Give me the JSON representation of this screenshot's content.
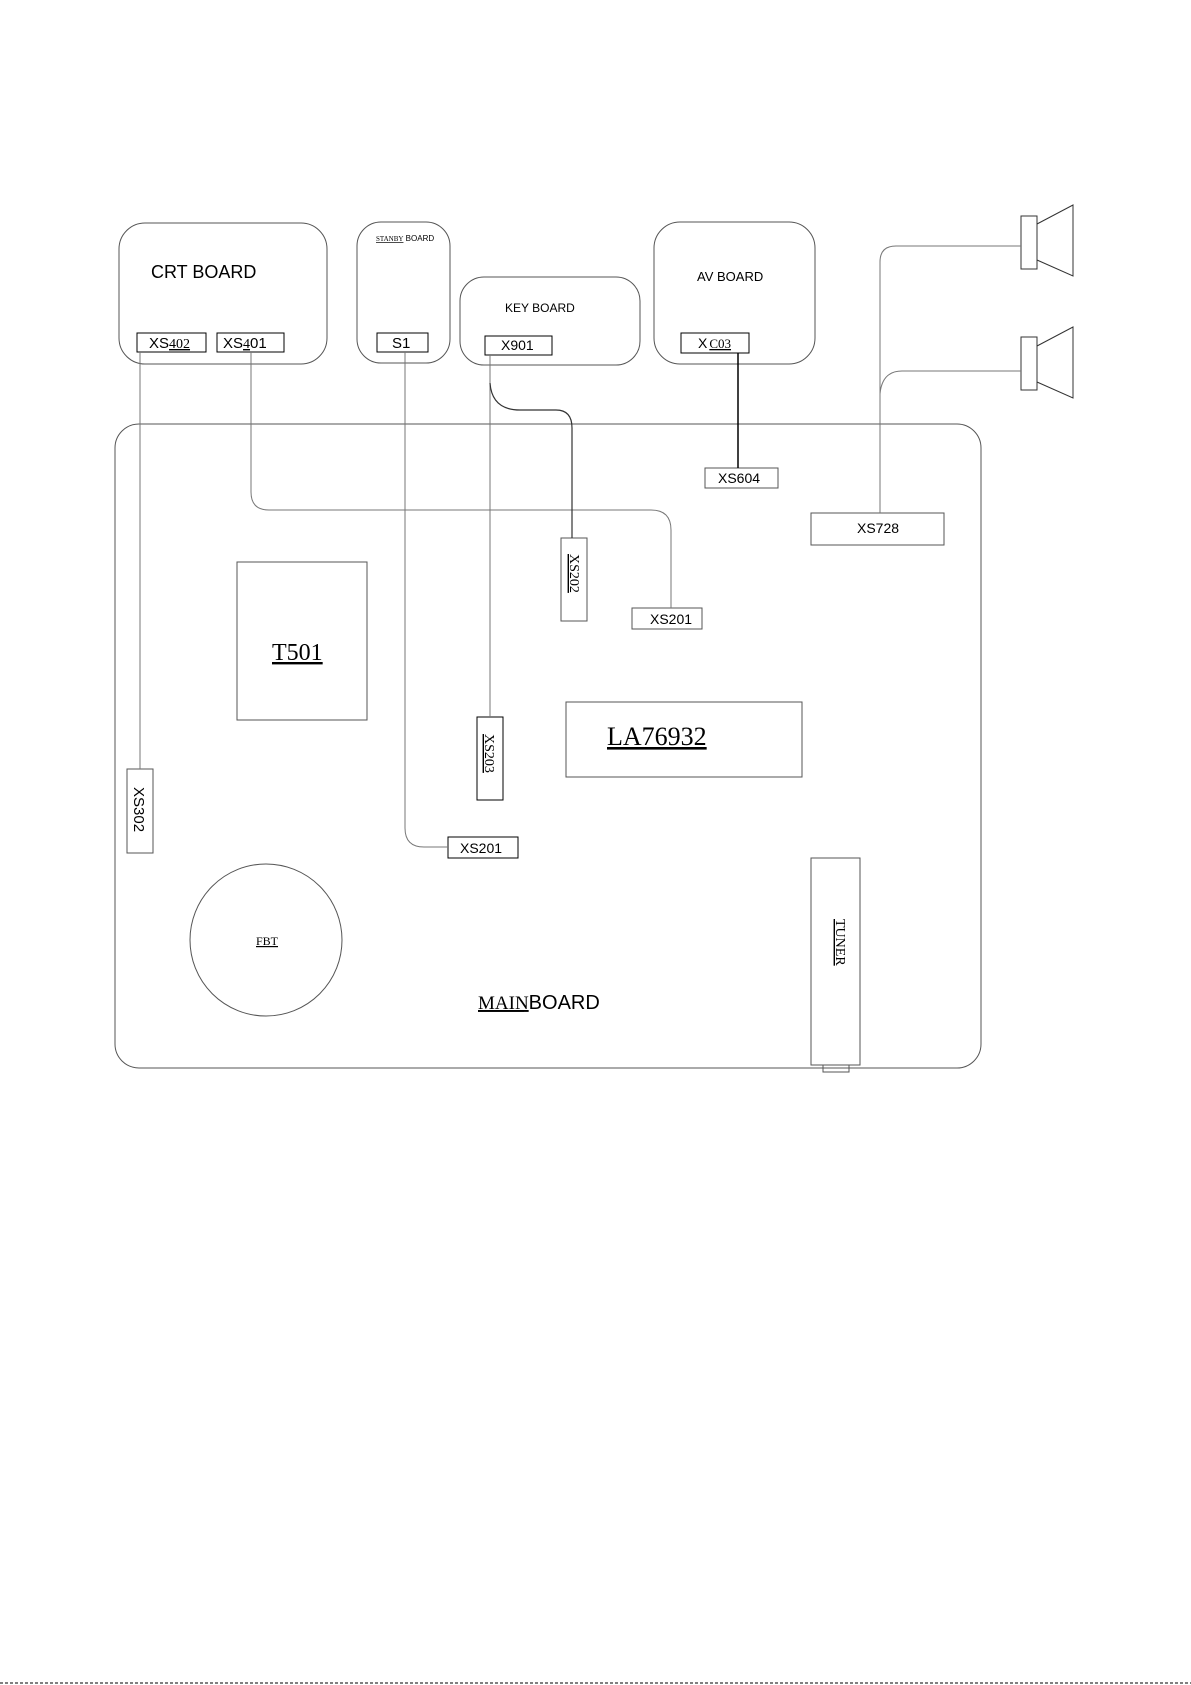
{
  "boards": {
    "crt": "CRT BOARD",
    "standby_prefix": "STANBY",
    "standby_suffix": " BOARD",
    "key": "KEY  BOARD",
    "av": "AV BOARD",
    "main_prefix": "MAIN",
    "main_suffix": "BOARD"
  },
  "connectors": {
    "xs402_prefix": "XS",
    "xs402_suffix": "402",
    "xs401_prefix": "XS",
    "xs401_mid": "4",
    "xs401_suffix": "01",
    "s1": "S1",
    "x901": "X901",
    "xc03_prefix": "X",
    "xc03_suffix": "C03",
    "xs604": "XS604",
    "xs728": "XS728",
    "xs202": "XS202",
    "xs201_upper": "XS201",
    "xs203": "XS203",
    "xs201_lower": "XS201",
    "xs302": "XS302"
  },
  "components": {
    "t501": "T501",
    "la76932": "LA76932",
    "fbt": "FBT",
    "tuner": "TUNER"
  }
}
